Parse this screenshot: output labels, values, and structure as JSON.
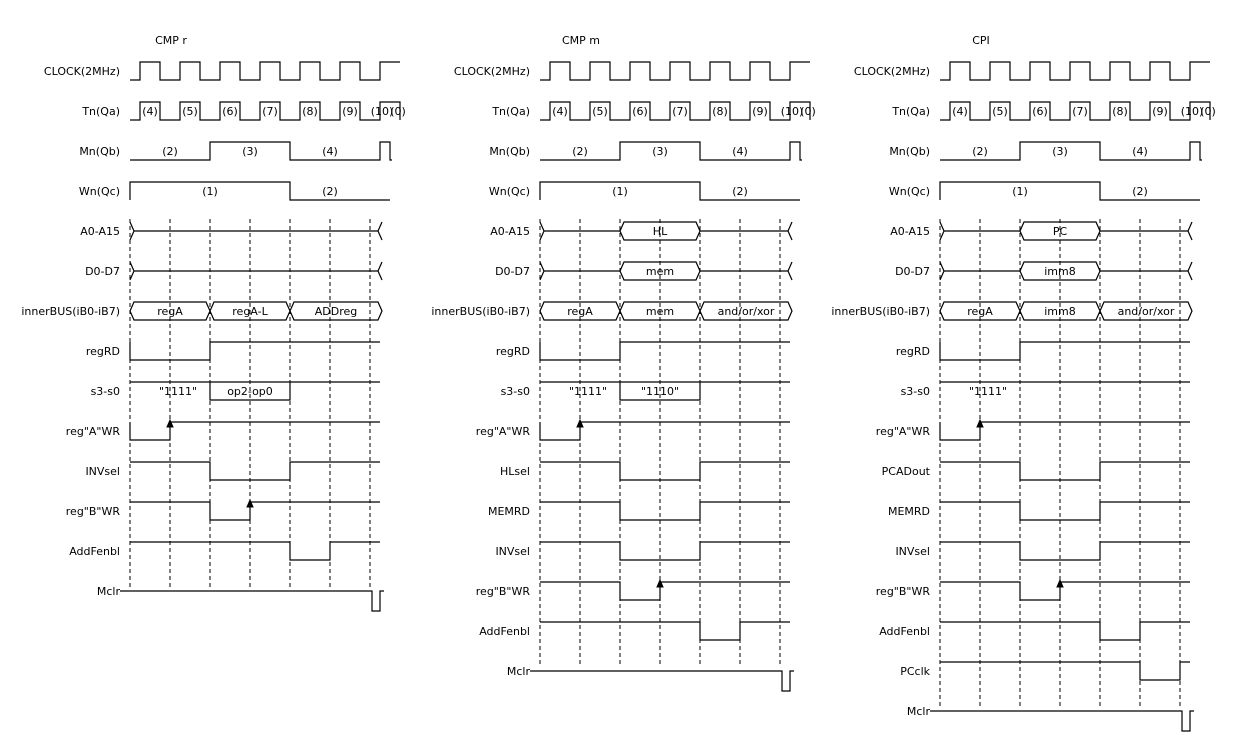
{
  "diagrams": [
    {
      "title": "CMP r",
      "signals": [
        {
          "label": "CLOCK(2MHz)",
          "kind": "clock"
        },
        {
          "label": "Tn(Qa)",
          "kind": "tn",
          "tn_labels": [
            "(4)",
            "(5)",
            "(6)",
            "(7)",
            "(8)",
            "(9)",
            "(10)",
            "(0)"
          ]
        },
        {
          "label": "Mn(Qb)",
          "kind": "mn",
          "mn_labels": [
            "(2)",
            "(3)",
            "(4)"
          ]
        },
        {
          "label": "Wn(Qc)",
          "kind": "wn",
          "wn_labels": [
            "(1)",
            "(2)"
          ]
        },
        {
          "label": "A0-A15",
          "kind": "bus",
          "segs": [
            ""
          ]
        },
        {
          "label": "D0-D7",
          "kind": "bus",
          "segs": [
            ""
          ]
        },
        {
          "label": "innerBUS(iB0-iB7)",
          "kind": "bus3",
          "segs": [
            "regA",
            "regA-L",
            "ADDreg"
          ]
        },
        {
          "label": "regRD",
          "kind": "digital",
          "pattern": "low-01-high"
        },
        {
          "label": "s3-s0",
          "kind": "s3",
          "segs": [
            "\"1111\"",
            "op2-op0"
          ],
          "boxed": [
            false,
            true
          ]
        },
        {
          "label": "reg\"A\"WR",
          "kind": "digital",
          "pattern": "low-0-edge1",
          "arrow": true
        },
        {
          "label": "INVsel",
          "kind": "digital",
          "pattern": "low-23"
        },
        {
          "label": "reg\"B\"WR",
          "kind": "digital",
          "pattern": "low-2-edge3",
          "arrow": true
        },
        {
          "label": "AddFenbl",
          "kind": "digital",
          "pattern": "low-4"
        },
        {
          "label": "Mclr",
          "kind": "mclr"
        }
      ]
    },
    {
      "title": "CMP m",
      "signals": [
        {
          "label": "CLOCK(2MHz)",
          "kind": "clock"
        },
        {
          "label": "Tn(Qa)",
          "kind": "tn",
          "tn_labels": [
            "(4)",
            "(5)",
            "(6)",
            "(7)",
            "(8)",
            "(9)",
            "(10)",
            "(0)"
          ]
        },
        {
          "label": "Mn(Qb)",
          "kind": "mn",
          "mn_labels": [
            "(2)",
            "(3)",
            "(4)"
          ]
        },
        {
          "label": "Wn(Qc)",
          "kind": "wn",
          "wn_labels": [
            "(1)",
            "(2)"
          ]
        },
        {
          "label": "A0-A15",
          "kind": "bus",
          "segs": [
            "HL"
          ]
        },
        {
          "label": "D0-D7",
          "kind": "bus",
          "segs": [
            "mem"
          ]
        },
        {
          "label": "innerBUS(iB0-iB7)",
          "kind": "bus3",
          "segs": [
            "regA",
            "mem",
            "and/or/xor"
          ]
        },
        {
          "label": "regRD",
          "kind": "digital",
          "pattern": "low-01-high"
        },
        {
          "label": "s3-s0",
          "kind": "s3",
          "segs": [
            "\"1111\"",
            "\"1110\""
          ],
          "boxed": [
            false,
            true
          ]
        },
        {
          "label": "reg\"A\"WR",
          "kind": "digital",
          "pattern": "low-0-edge1",
          "arrow": true
        },
        {
          "label": "HLsel",
          "kind": "digital",
          "pattern": "low-23"
        },
        {
          "label": "MEMRD",
          "kind": "digital",
          "pattern": "low-23"
        },
        {
          "label": "INVsel",
          "kind": "digital",
          "pattern": "low-23"
        },
        {
          "label": "reg\"B\"WR",
          "kind": "digital",
          "pattern": "low-2-edge3",
          "arrow": true
        },
        {
          "label": "AddFenbl",
          "kind": "digital",
          "pattern": "low-4"
        },
        {
          "label": "Mclr",
          "kind": "mclr"
        }
      ]
    },
    {
      "title": "CPI",
      "signals": [
        {
          "label": "CLOCK(2MHz)",
          "kind": "clock"
        },
        {
          "label": "Tn(Qa)",
          "kind": "tn",
          "tn_labels": [
            "(4)",
            "(5)",
            "(6)",
            "(7)",
            "(8)",
            "(9)",
            "(10)",
            "(0)"
          ]
        },
        {
          "label": "Mn(Qb)",
          "kind": "mn",
          "mn_labels": [
            "(2)",
            "(3)",
            "(4)"
          ]
        },
        {
          "label": "Wn(Qc)",
          "kind": "wn",
          "wn_labels": [
            "(1)",
            "(2)"
          ]
        },
        {
          "label": "A0-A15",
          "kind": "bus",
          "segs": [
            "PC"
          ]
        },
        {
          "label": "D0-D7",
          "kind": "bus",
          "segs": [
            "imm8"
          ]
        },
        {
          "label": "innerBUS(iB0-iB7)",
          "kind": "bus3",
          "segs": [
            "regA",
            "imm8",
            "and/or/xor"
          ]
        },
        {
          "label": "regRD",
          "kind": "digital",
          "pattern": "low-01-high"
        },
        {
          "label": "s3-s0",
          "kind": "s3",
          "segs": [
            "\"1111\"",
            ""
          ],
          "boxed": [
            false,
            false
          ]
        },
        {
          "label": "reg\"A\"WR",
          "kind": "digital",
          "pattern": "low-0-edge1",
          "arrow": true
        },
        {
          "label": "PCADout",
          "kind": "digital",
          "pattern": "low-23"
        },
        {
          "label": "MEMRD",
          "kind": "digital",
          "pattern": "low-23"
        },
        {
          "label": "INVsel",
          "kind": "digital",
          "pattern": "low-23"
        },
        {
          "label": "reg\"B\"WR",
          "kind": "digital",
          "pattern": "low-2-edge3",
          "arrow": true
        },
        {
          "label": "AddFenbl",
          "kind": "digital",
          "pattern": "low-4"
        },
        {
          "label": "PCclk",
          "kind": "digital",
          "pattern": "low-5"
        },
        {
          "label": "Mclr",
          "kind": "mclr"
        }
      ]
    }
  ]
}
